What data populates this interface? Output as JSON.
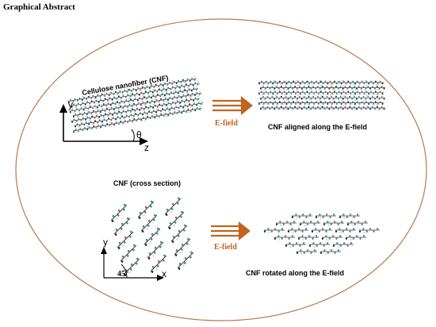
{
  "title": "Graphical Abstract",
  "top_panel": {
    "fiber_label": "Cellulose nanofiber (CNF)",
    "axis_y": "y",
    "axis_z": "z",
    "angle": "θ",
    "arrow_label": "E-field",
    "result_label": "CNF aligned along the E-field"
  },
  "bottom_panel": {
    "section_label": "CNF (cross section)",
    "axis_y": "y",
    "axis_x": "x",
    "angle": "45°",
    "arrow_label": "E-field",
    "result_label": "CNF rotated along the E-field"
  },
  "colors": {
    "ellipse": "#b87a4b",
    "arrow": "#c0641e",
    "teal": "#2f8f8a",
    "red": "#c8504a",
    "dark": "#222222"
  }
}
